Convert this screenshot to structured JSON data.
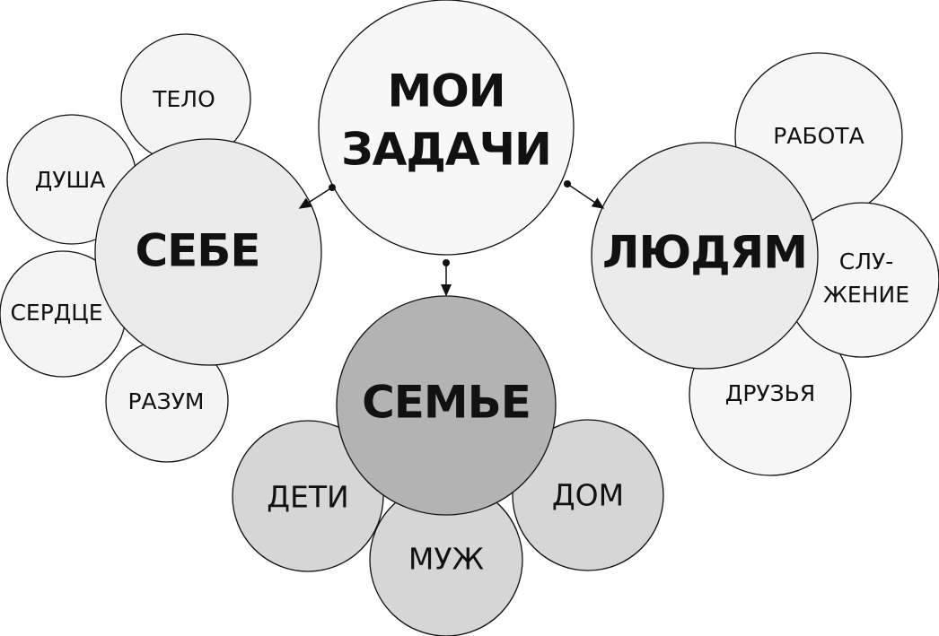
{
  "central": {
    "line1": "МОИ",
    "line2": "ЗАДАЧИ"
  },
  "groups": {
    "self": {
      "title": "СЕБЕ",
      "items": [
        "ТЕЛО",
        "ДУША",
        "СЕРДЦЕ",
        "РАЗУМ"
      ]
    },
    "people": {
      "title": "ЛЮДЯМ",
      "items": [
        "РАБОТА",
        "СЛУ-",
        "ЖЕНИЕ",
        "ДРУЗЬЯ"
      ]
    },
    "family": {
      "title": "СЕМЬЕ",
      "items": [
        "ДЕТИ",
        "МУЖ",
        "ДОМ"
      ]
    }
  },
  "colors": {
    "central": "#f7f7f7",
    "self": "#ebebeb",
    "self_items": "#f4f4f4",
    "people": "#ebebeb",
    "people_items": "#f6f6f6",
    "family": "#b3b3b3",
    "family_items": "#d6d6d6"
  }
}
